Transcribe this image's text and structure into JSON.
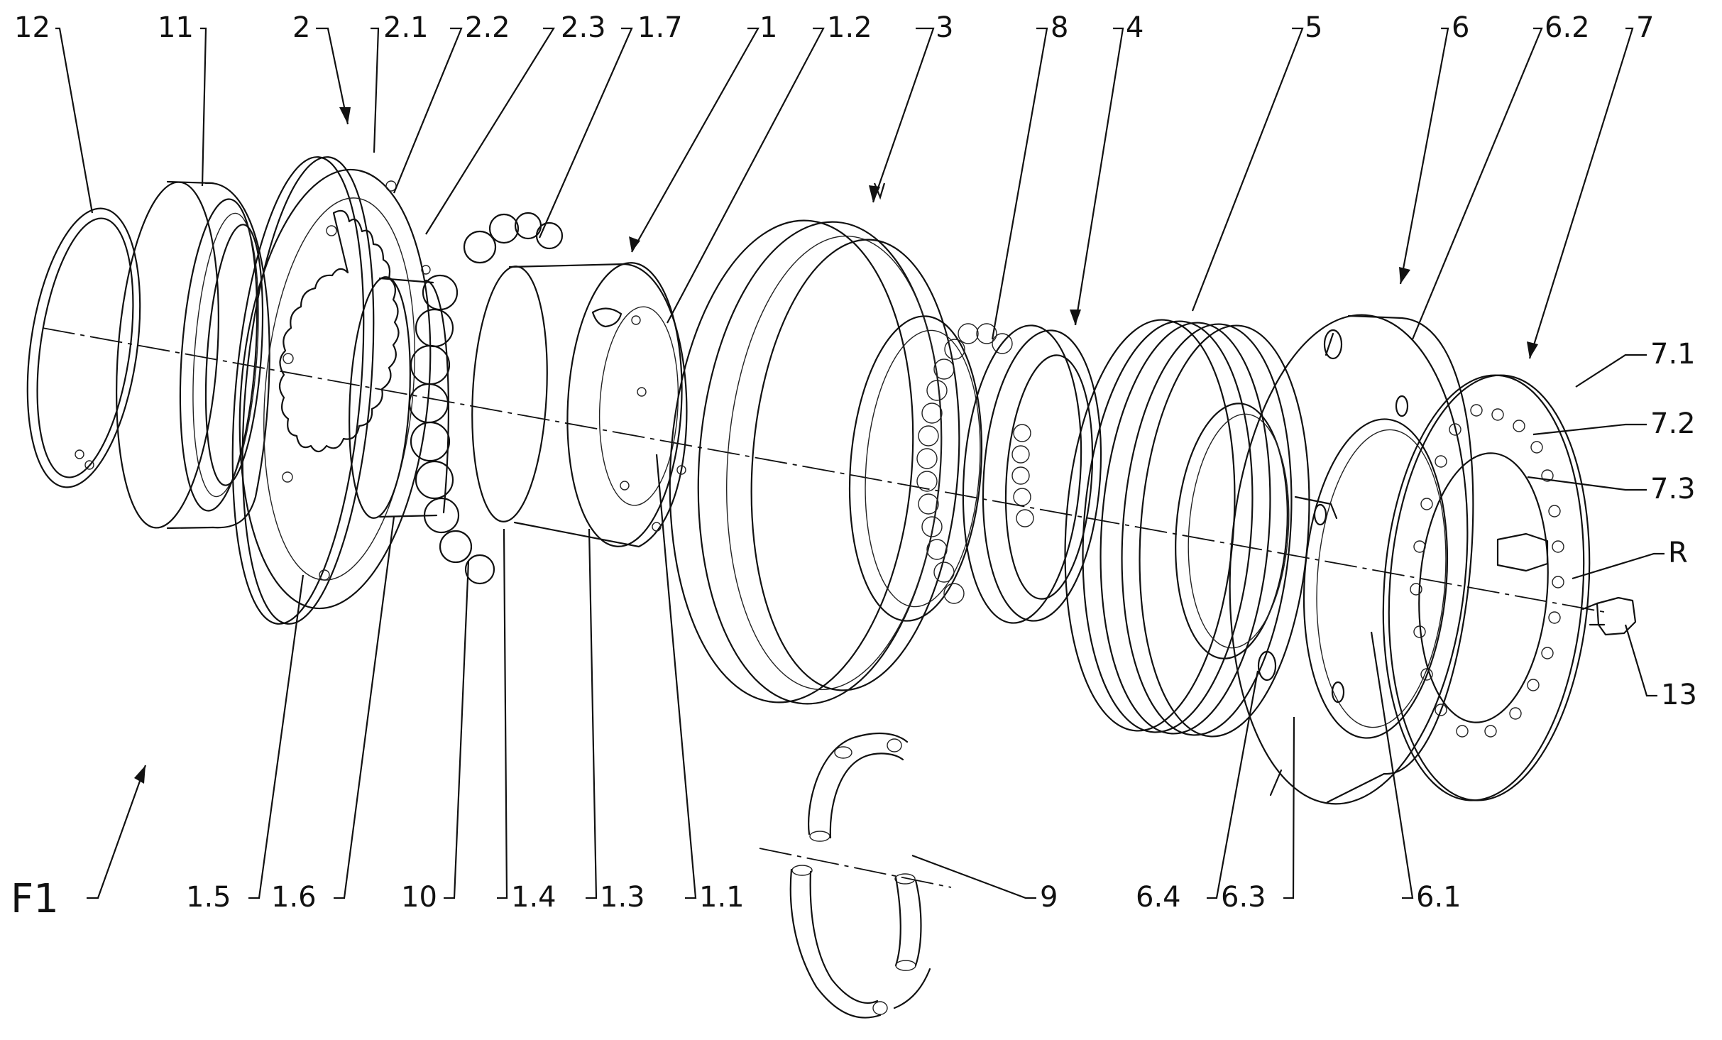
{
  "labels": {
    "l12": "12",
    "l11": "11",
    "l2": "2",
    "l2_1": "2.1",
    "l2_2": "2.2",
    "l2_3": "2.3",
    "l1_7": "1.7",
    "l1": "1",
    "l1_2": "1.2",
    "l3": "3",
    "l8": "8",
    "l4": "4",
    "l5": "5",
    "l6": "6",
    "l6_2": "6.2",
    "l7": "7",
    "l7_1": "7.1",
    "l7_2": "7.2",
    "l7_3": "7.3",
    "lR": "R",
    "l13": "13",
    "lF1": "F1",
    "l1_5": "1.5",
    "l1_6": "1.6",
    "l10": "10",
    "l1_4": "1.4",
    "l1_3": "1.3",
    "l1_1": "1.1",
    "l9": "9",
    "l6_4": "6.4",
    "l6_3": "6.3",
    "l6_1": "6.1"
  }
}
